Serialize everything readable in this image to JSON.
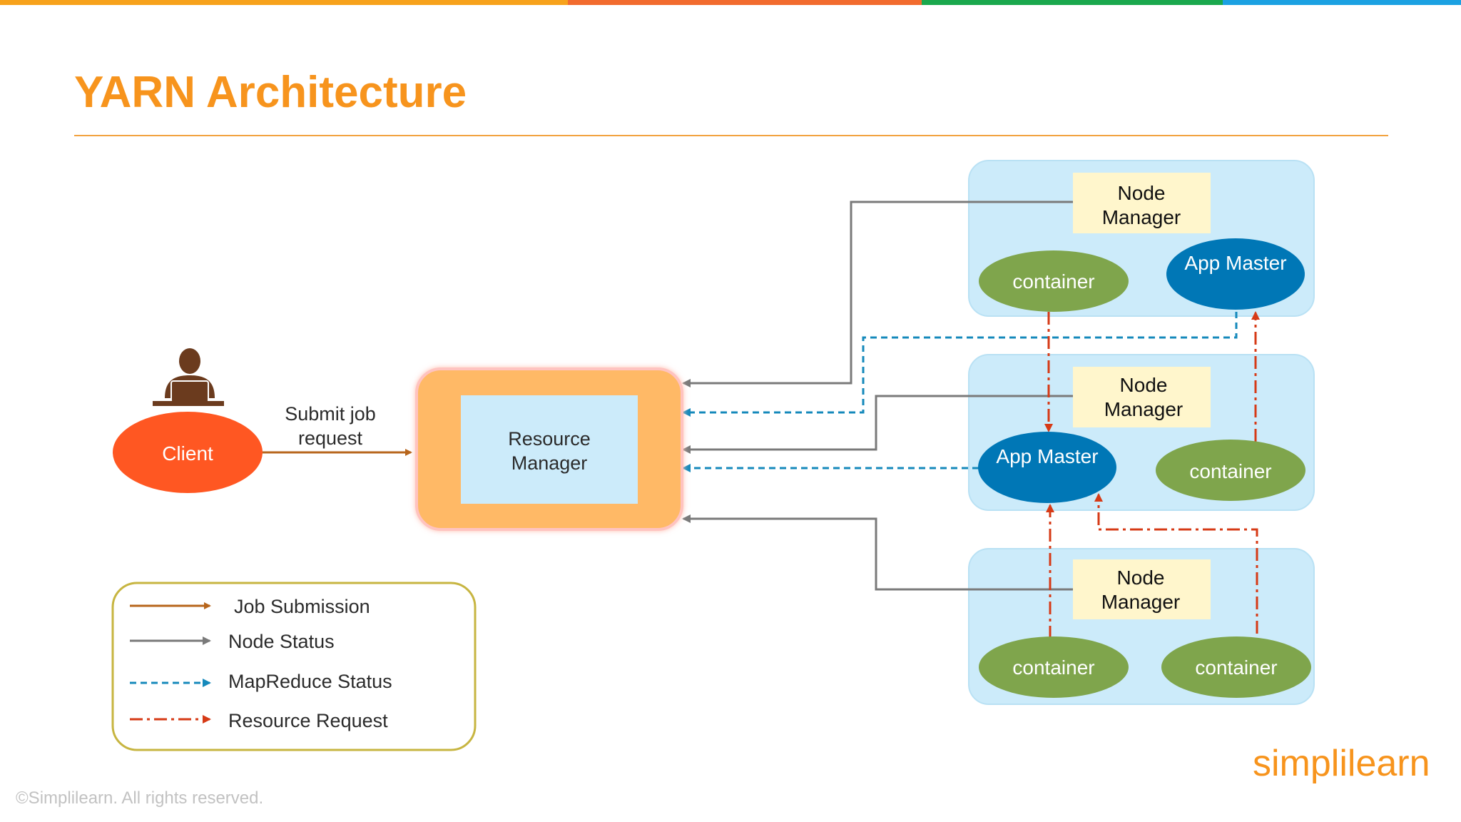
{
  "slide": {
    "title": "YARN Architecture",
    "copyright": "©Simplilearn. All rights reserved.",
    "logo_text": "simplilearn"
  },
  "diagram": {
    "client": {
      "label": "Client"
    },
    "submit_label": {
      "line1": "Submit job",
      "line2": "request"
    },
    "resource_manager": {
      "line1": "Resource",
      "line2": "Manager"
    },
    "nodes": [
      {
        "node_manager": {
          "line1": "Node",
          "line2": "Manager"
        },
        "left_ellipse": "container",
        "right_ellipse": "App Master"
      },
      {
        "node_manager": {
          "line1": "Node",
          "line2": "Manager"
        },
        "left_ellipse": "App Master",
        "right_ellipse": "container"
      },
      {
        "node_manager": {
          "line1": "Node",
          "line2": "Manager"
        },
        "left_ellipse": "container",
        "right_ellipse": "container"
      }
    ]
  },
  "legend": {
    "items": [
      {
        "label": "Job Submission"
      },
      {
        "label": "Node Status"
      },
      {
        "label": "MapReduce Status"
      },
      {
        "label": "Resource Request"
      }
    ]
  },
  "colors": {
    "title": "#F7941D",
    "rule": "#F2A340",
    "stripe_orange": "#F7A21B",
    "stripe_red_orange": "#F26B2E",
    "stripe_green": "#1AA84D",
    "stripe_blue": "#1BA1E2",
    "client_fill": "#FF5722",
    "rm_outer": "#FFB966",
    "rm_inner": "#CCEBFA",
    "node_panel": "#CCEBFA",
    "node_manager_box": "#FFF6CC",
    "container_fill": "#7FA54C",
    "app_master_fill": "#0077B6",
    "job_submission": "#B7651B",
    "node_status": "#808080",
    "mapreduce_status": "#1589BB",
    "resource_request": "#D63A16",
    "legend_border": "#C7B541"
  }
}
